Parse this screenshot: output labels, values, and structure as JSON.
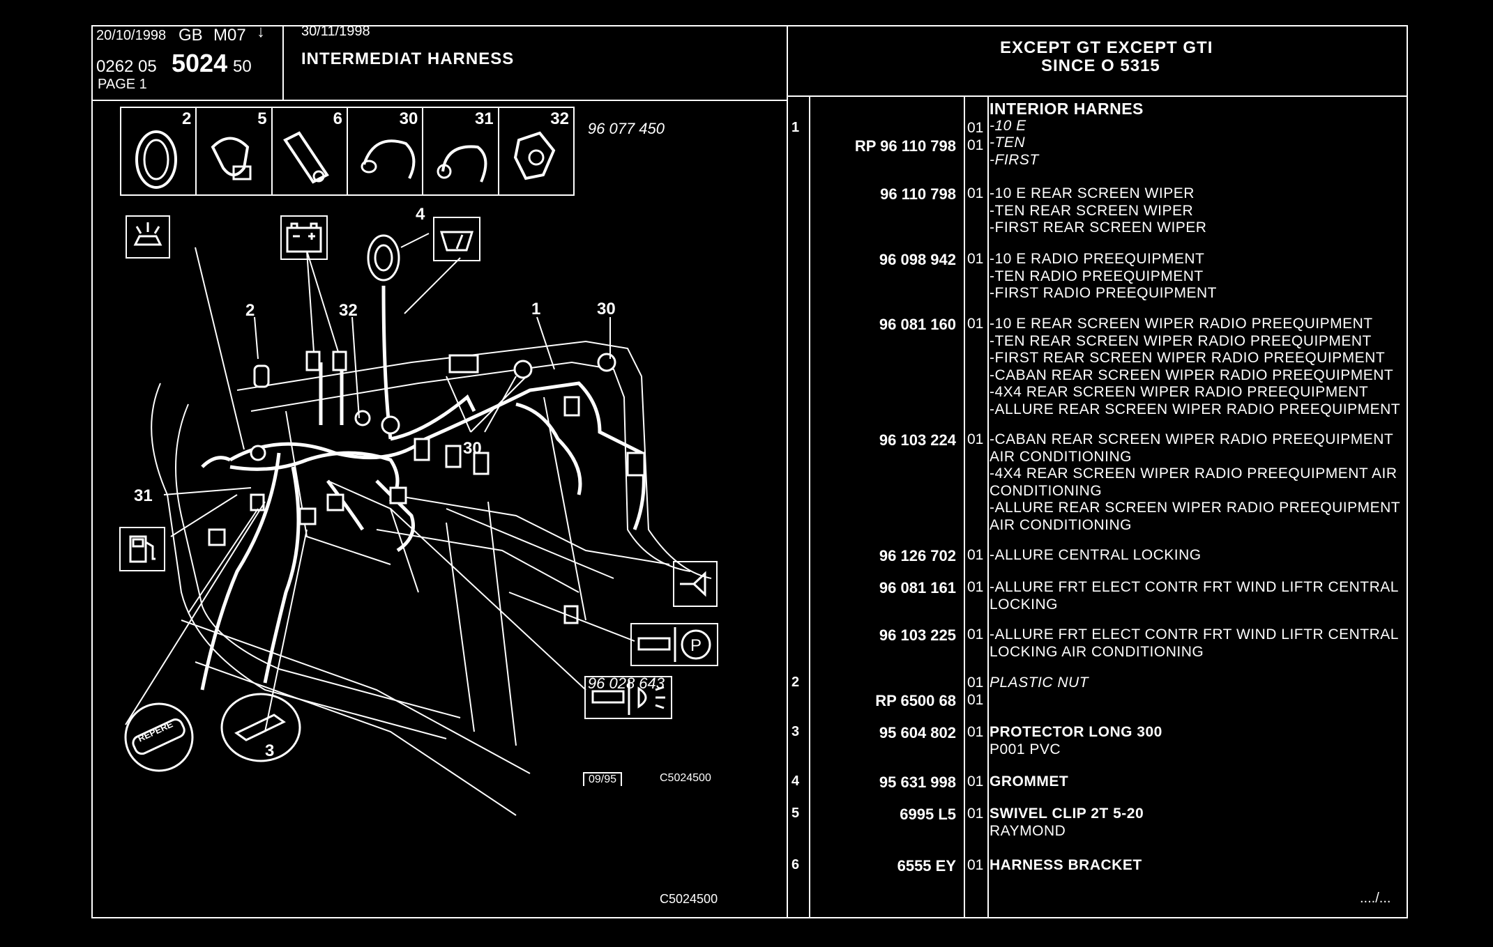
{
  "header": {
    "date1": "20/10/1998",
    "lang": "GB",
    "code": "M07",
    "arrow": "↓",
    "ref_prefix": "0262 05",
    "ref_main": "5024",
    "ref_suffix": "50",
    "page": "PAGE 1",
    "date2": "30/11/1998",
    "title": "INTERMEDIAT HARNESS",
    "app_line1": "EXCEPT GT EXCEPT GTI",
    "app_line2": "SINCE O  5315"
  },
  "thumbnails": [
    "2",
    "5",
    "6",
    "30",
    "31",
    "32"
  ],
  "diagram": {
    "callouts": {
      "c4": "4",
      "c2": "2",
      "c32": "32",
      "c1": "1",
      "c30a": "30",
      "c30b": "30",
      "c31": "31",
      "c3": "3"
    },
    "repere": "REPERE",
    "date_box": "09/95",
    "code_small": "C5024500",
    "code_bottom": "C5024500"
  },
  "parts": [
    {
      "pos": "1",
      "refs": [
        {
          "text": "96 077 450",
          "style": "italic",
          "qty": "01"
        },
        {
          "text": "RP  96 110 798",
          "style": "bold",
          "qty": "01"
        }
      ],
      "lines": [
        "INTERIOR HARNES",
        "-10 E",
        "-TEN",
        "-FIRST"
      ]
    },
    {
      "pos": "",
      "refs": [
        {
          "text": "96 110 798",
          "style": "bold",
          "qty": "01"
        }
      ],
      "lines": [
        "-10 E REAR SCREEN WIPER",
        "-TEN REAR SCREEN WIPER",
        "-FIRST REAR SCREEN WIPER"
      ]
    },
    {
      "pos": "",
      "refs": [
        {
          "text": "96 098 942",
          "style": "bold",
          "qty": "01"
        }
      ],
      "lines": [
        "-10 E RADIO PREEQUIPMENT",
        "-TEN RADIO PREEQUIPMENT",
        "-FIRST RADIO PREEQUIPMENT"
      ]
    },
    {
      "pos": "",
      "refs": [
        {
          "text": "96 081 160",
          "style": "bold",
          "qty": "01"
        }
      ],
      "lines": [
        "-10 E REAR SCREEN WIPER RADIO PREEQUIPMENT",
        "-TEN REAR SCREEN WIPER RADIO PREEQUIPMENT",
        "-FIRST REAR SCREEN WIPER RADIO PREEQUIPMENT",
        "-CABAN REAR SCREEN WIPER RADIO PREEQUIPMENT",
        "-4X4 REAR SCREEN WIPER RADIO PREEQUIPMENT",
        "-ALLURE REAR SCREEN WIPER RADIO PREEQUIPMENT"
      ]
    },
    {
      "pos": "",
      "refs": [
        {
          "text": "96 103 224",
          "style": "bold",
          "qty": "01"
        }
      ],
      "lines": [
        "-CABAN REAR SCREEN WIPER RADIO PREEQUIPMENT",
        " AIR CONDITIONING",
        "-4X4 REAR SCREEN WIPER RADIO PREEQUIPMENT AIR",
        " CONDITIONING",
        "-ALLURE REAR SCREEN WIPER RADIO PREEQUIPMENT",
        " AIR CONDITIONING"
      ]
    },
    {
      "pos": "",
      "refs": [
        {
          "text": "96 126 702",
          "style": "bold",
          "qty": "01"
        }
      ],
      "lines": [
        "-ALLURE CENTRAL LOCKING"
      ]
    },
    {
      "pos": "",
      "refs": [
        {
          "text": "96 081 161",
          "style": "bold",
          "qty": "01"
        }
      ],
      "lines": [
        "-ALLURE FRT ELECT CONTR FRT WIND LIFTR CENTRAL",
        " LOCKING"
      ]
    },
    {
      "pos": "",
      "refs": [
        {
          "text": "96 103 225",
          "style": "bold",
          "qty": "01"
        }
      ],
      "lines": [
        "-ALLURE FRT ELECT CONTR FRT WIND LIFTR CENTRAL",
        " LOCKING AIR CONDITIONING"
      ]
    },
    {
      "pos": "2",
      "refs": [
        {
          "text": "96 028 643",
          "style": "italic",
          "qty": "01"
        },
        {
          "text": "RP  6500 68",
          "style": "bold",
          "qty": "01"
        }
      ],
      "lines": [
        "PLASTIC NUT"
      ]
    },
    {
      "pos": "3",
      "refs": [
        {
          "text": "95 604 802",
          "style": "bold",
          "qty": "01"
        }
      ],
      "lines": [
        "PROTECTOR LONG 300",
        "P001 PVC"
      ]
    },
    {
      "pos": "4",
      "refs": [
        {
          "text": "95 631 998",
          "style": "bold",
          "qty": "01"
        }
      ],
      "lines": [
        "GROMMET"
      ]
    },
    {
      "pos": "5",
      "refs": [
        {
          "text": "6995 L5",
          "style": "bold",
          "qty": "01"
        }
      ],
      "lines": [
        "SWIVEL CLIP 2T 5-20",
        "RAYMOND"
      ]
    },
    {
      "pos": "6",
      "refs": [
        {
          "text": "6555 EY",
          "style": "bold",
          "qty": "01"
        }
      ],
      "lines": [
        "HARNESS BRACKET"
      ]
    }
  ],
  "continued": "..../..."
}
